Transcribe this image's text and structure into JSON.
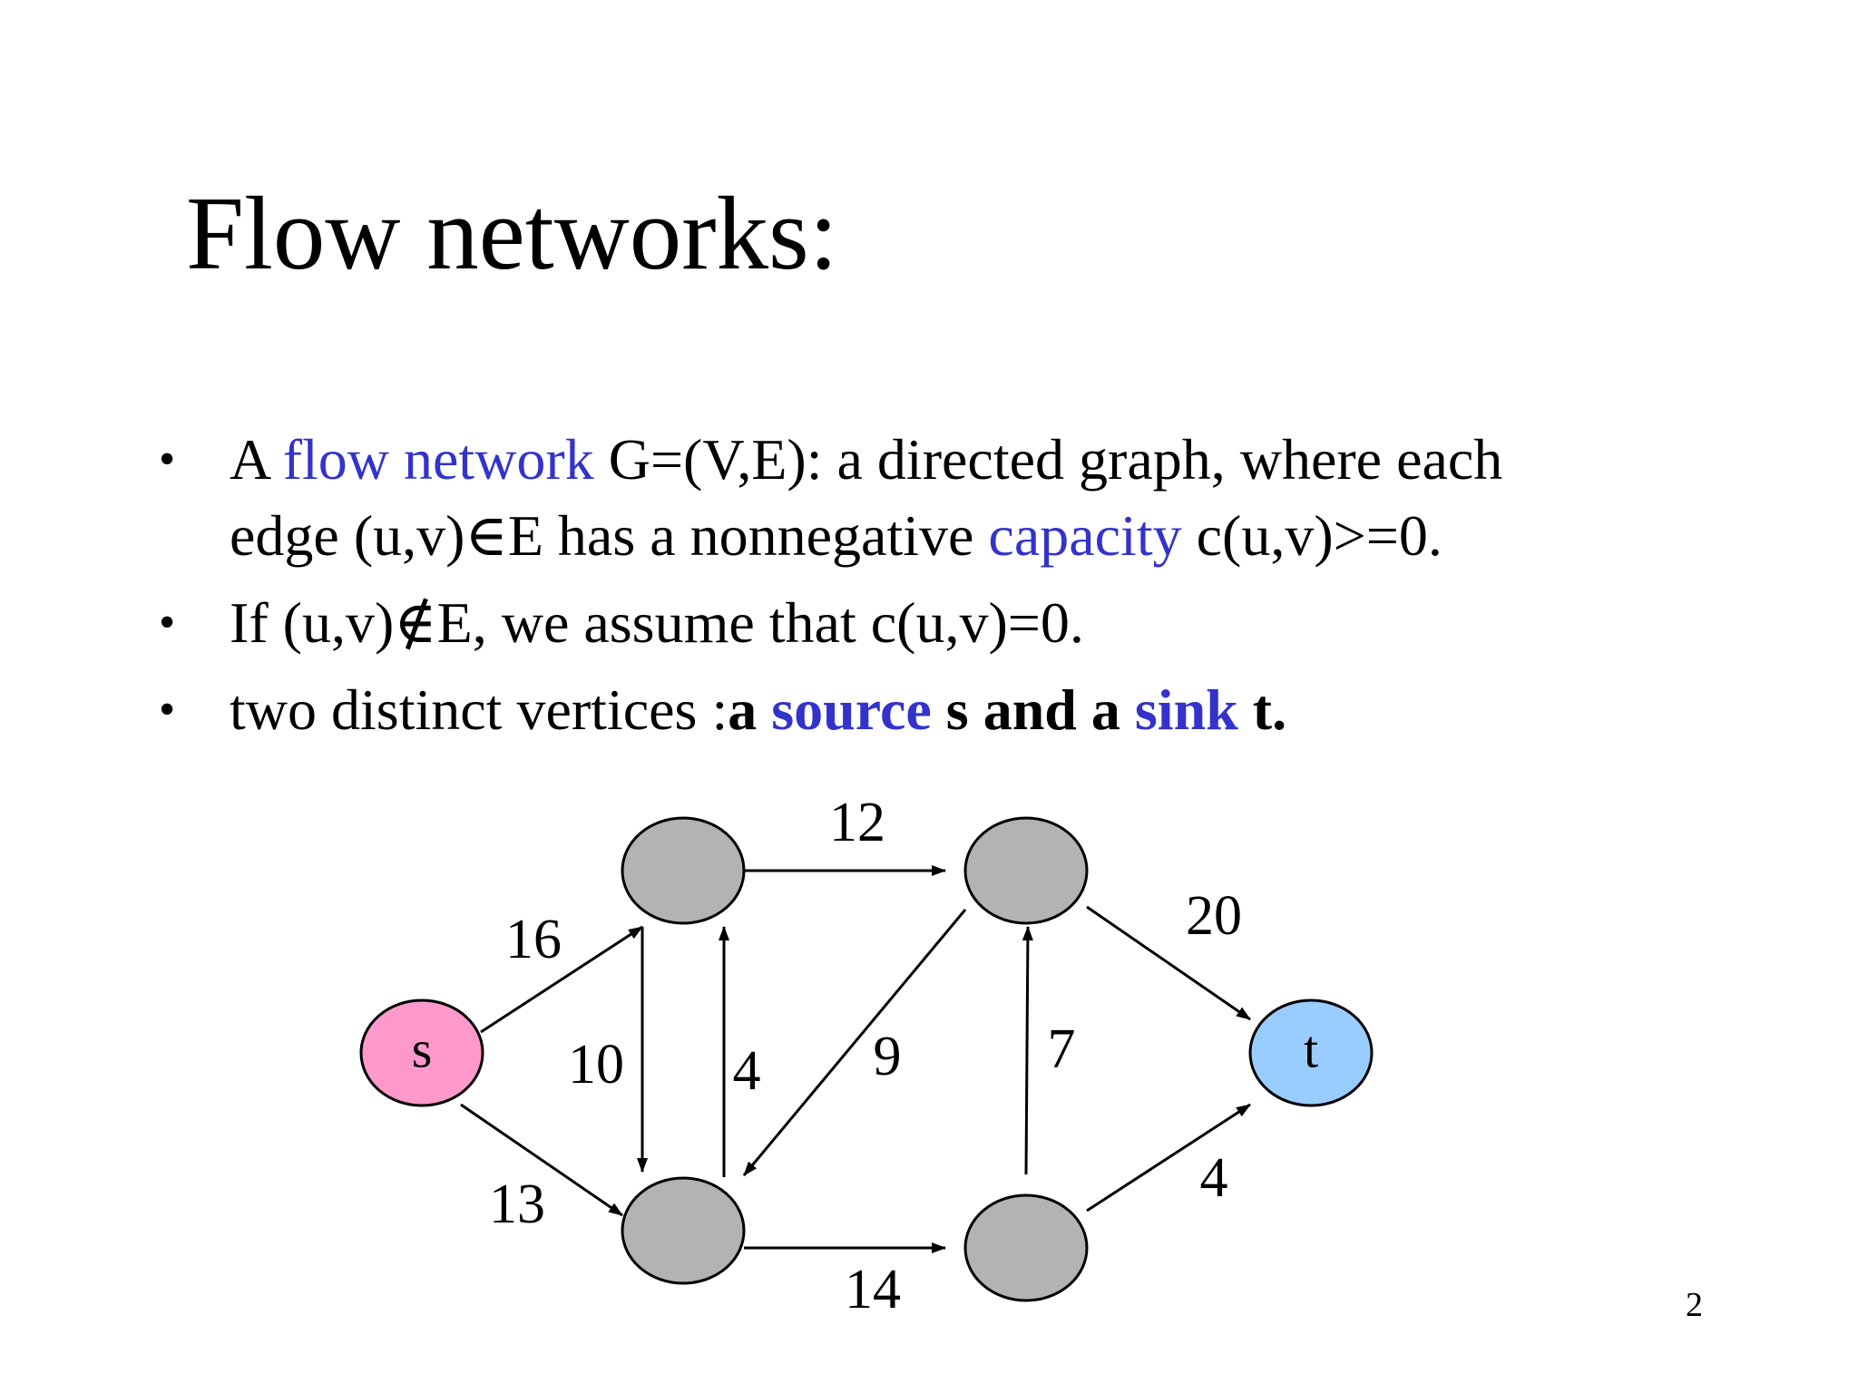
{
  "slide": {
    "title": "Flow networks:",
    "bullet_marker": "•",
    "bullets": [
      {
        "line1_a": "A ",
        "line1_term": "flow network",
        "line1_b": " G=(V,E): a directed graph, where each",
        "line2_a": "edge (u,v)",
        "line2_symbol": "∈",
        "line2_b": "E has a nonnegative ",
        "line2_term": "capacity",
        "line2_c": " c(u,v)>=0."
      },
      {
        "text_a": "If (u,v)",
        "symbol": "∉",
        "text_b": "E, we assume that c(u,v)=0."
      },
      {
        "text_a": "two distinct  vertices :",
        "bold_a": "a ",
        "term1": "source",
        "bold_b": " s and a ",
        "term2": "sink",
        "bold_c": " t."
      }
    ],
    "page_number": "2"
  },
  "graph": {
    "nodes": [
      {
        "id": "s",
        "label": "s",
        "color": "#ff99cc"
      },
      {
        "id": "v1",
        "label": "",
        "color": "#b3b3b3"
      },
      {
        "id": "v2",
        "label": "",
        "color": "#b3b3b3"
      },
      {
        "id": "v3",
        "label": "",
        "color": "#b3b3b3"
      },
      {
        "id": "v4",
        "label": "",
        "color": "#b3b3b3"
      },
      {
        "id": "t",
        "label": "t",
        "color": "#99ccff"
      }
    ],
    "edges": [
      {
        "from": "s",
        "to": "v1",
        "capacity": "16"
      },
      {
        "from": "s",
        "to": "v2",
        "capacity": "13"
      },
      {
        "from": "v1",
        "to": "v3",
        "capacity": "12"
      },
      {
        "from": "v1",
        "to": "v2",
        "capacity": "10"
      },
      {
        "from": "v2",
        "to": "v1",
        "capacity": "4"
      },
      {
        "from": "v3",
        "to": "v2",
        "capacity": "9"
      },
      {
        "from": "v4",
        "to": "v3",
        "capacity": "7"
      },
      {
        "from": "v2",
        "to": "v4",
        "capacity": "14"
      },
      {
        "from": "v3",
        "to": "t",
        "capacity": "20"
      },
      {
        "from": "v4",
        "to": "t",
        "capacity": "4"
      }
    ],
    "colors": {
      "source_fill": "#ff99cc",
      "sink_fill": "#99ccff",
      "inner_fill": "#b3b3b3",
      "term_blue": "#3333cc"
    }
  }
}
